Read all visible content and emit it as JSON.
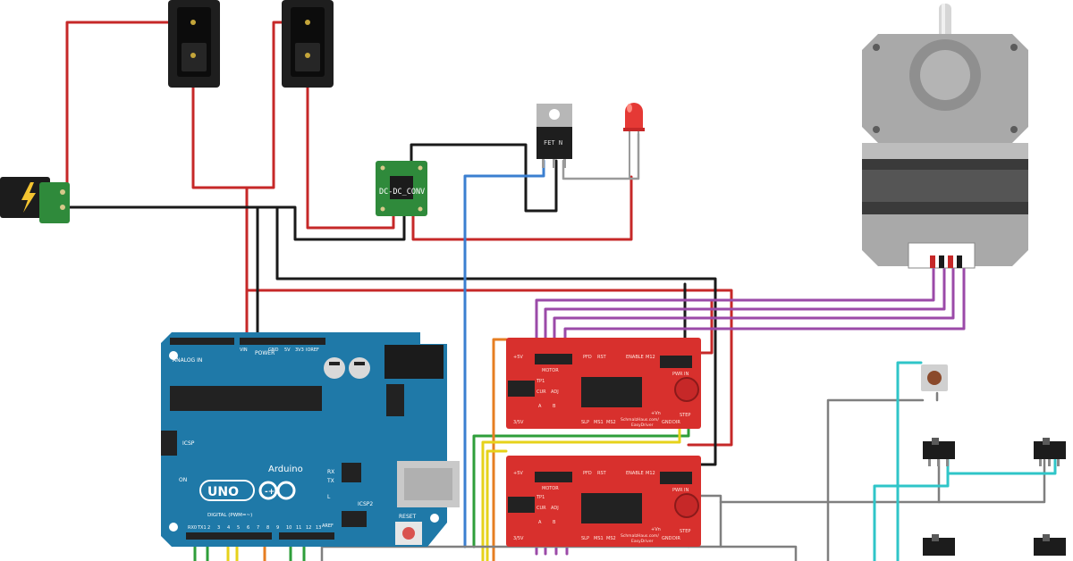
{
  "arduino": {
    "brand": "Arduino",
    "model": "UNO",
    "logo_symbol": "-+",
    "power_label": "POWER",
    "analog_label": "ANALOG IN",
    "digital_label": "DIGITAL (PWM=~)",
    "reset_label": "RESET",
    "icsp_label": "ICSP",
    "icsp2_label": "ICSP2",
    "on_label": "ON",
    "tx_label": "TX",
    "rx_label": "RX",
    "l_label": "L",
    "aref_label": "AREF",
    "vin_label": "VIN",
    "gnd_label": "GND",
    "pin_5v": "5V",
    "pin_3v3": "3V3",
    "ioref_label": "IOREF",
    "pin_labels_top": [
      "RX0",
      "TX1",
      "2",
      "3",
      "4",
      "5",
      "6",
      "7",
      "8",
      "9",
      "10",
      "11",
      "12",
      "13"
    ]
  },
  "converter": {
    "label": "DC-DC_CONV"
  },
  "mosfet": {
    "label": "FET N"
  },
  "drivers": [
    {
      "name_line1": "SchmalzHaus.com/",
      "name_line2": "EasyDriver",
      "motor": "MOTOR",
      "pwr_in": "PWR IN",
      "m12": "M12",
      "enable": "ENABLE",
      "pfd": "PFD",
      "rst": "RST",
      "step": "STEP",
      "dir": "DIR",
      "gnd": "GND",
      "slp": "SLP",
      "ms1": "MS1",
      "ms2": "MS2",
      "tp1": "TP1",
      "cur": "CUR",
      "adj": "ADJ",
      "v5": "+5V",
      "v33": "3/5V",
      "vn": "+Vn",
      "m_labels": [
        "A",
        "B"
      ]
    },
    {
      "name_line1": "SchmalzHaus.com/",
      "name_line2": "EasyDriver",
      "motor": "MOTOR",
      "pwr_in": "PWR IN",
      "m12": "M12",
      "enable": "ENABLE",
      "pfd": "PFD",
      "rst": "RST",
      "step": "STEP",
      "dir": "DIR",
      "gnd": "GND",
      "slp": "SLP",
      "ms1": "MS1",
      "ms2": "MS2",
      "tp1": "TP1",
      "cur": "CUR",
      "adj": "ADJ",
      "v5": "+5V",
      "v33": "3/5V",
      "vn": "+Vn",
      "m_labels": [
        "A",
        "B"
      ]
    }
  ],
  "colors": {
    "wire_red": "#c62828",
    "wire_black": "#1a1a1a",
    "wire_blue": "#3b7fd0",
    "wire_purple": "#9b4aa8",
    "wire_green": "#2e9e3a",
    "wire_yellow": "#e6d21a",
    "wire_orange": "#e67e22",
    "wire_gray": "#7f7f7f",
    "wire_cyan": "#2fc5c8",
    "arduino_blue": "#1f79a8",
    "driver_red": "#d8302d",
    "converter_green": "#2f8a3b"
  }
}
